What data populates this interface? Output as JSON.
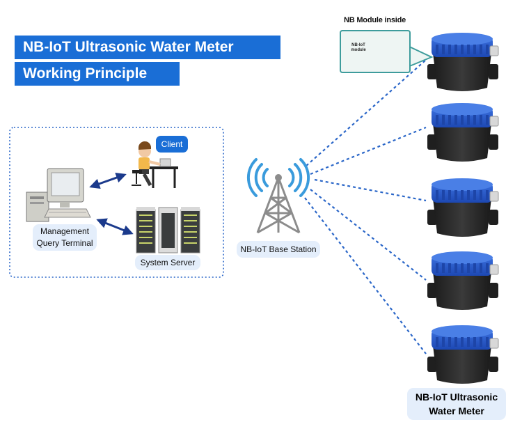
{
  "title": {
    "line1": "NB-IoT Ultrasonic Water Meter",
    "line2": "Working Principle"
  },
  "labels": {
    "client": "Client",
    "management_line1": "Management",
    "management_line2": "Query Terminal",
    "system_server": "System Server",
    "base_station": "NB-IoT Base Station",
    "nb_module_inside": "NB Module inside",
    "module_chip_line1": "NB-IoT",
    "module_chip_line2": "module",
    "meter_line1": "NB-IoT Ultrasonic",
    "meter_line2": "Water Meter"
  },
  "colors": {
    "accent_blue": "#1a6ed6",
    "label_bg": "#e4eefb",
    "dotted_line": "#2a66c8",
    "meter_cap": "#2557c9",
    "meter_body": "#262626",
    "tower_waves": "#3a9bdc"
  },
  "meters": {
    "count": 5
  }
}
